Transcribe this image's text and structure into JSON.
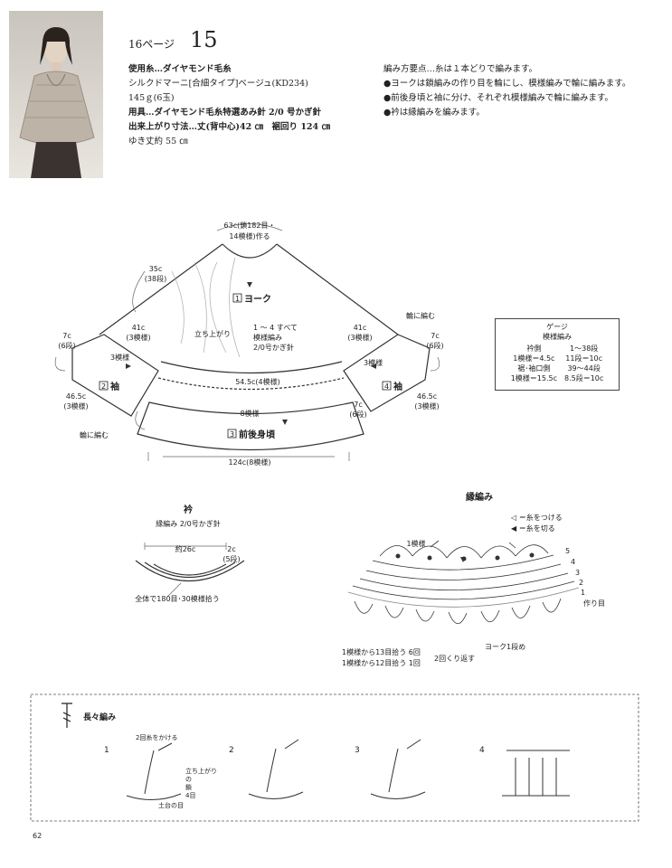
{
  "header": {
    "page_ref": "16ページ",
    "item_number": "15"
  },
  "materials": [
    "使用糸…ダイヤモンド毛糸",
    "シルクドマーニ[合細タイプ]ベージュ(KD234)",
    "145ｇ(6玉)",
    "用具…ダイヤモンド毛糸特選あみ針 2/0 号かぎ針",
    "出来上がり寸法…丈(背中心)42 ㎝　裾回り 124 ㎝",
    "ゆき丈約 55 ㎝"
  ],
  "method": [
    "編み方要点…糸は１本どりで編みます。",
    "●ヨークは鎖編みの作り目を輪にし、模様編みで輪に編みます。",
    "●前後身頃と袖に分け、それぞれ模様編みで輪に編みます。",
    "●衿は縁編みを編みます。"
  ],
  "schematic": {
    "neck_top": "63c(鎖182目・",
    "neck_bottom": "14模様)作る",
    "yoke_len_1": "35c",
    "yoke_len_2": "(38段)",
    "yoke_box": "1",
    "yoke_label": "ヨーク",
    "rise": "立ち上がり",
    "all_note_1": "1 ～ 4 すべて",
    "all_note_2": "模様編み",
    "all_note_3": "2/0号かぎ針",
    "left_41": "41c",
    "left_41b": "(3模様)",
    "right_41": "41c",
    "right_41b": "(3模様)",
    "round_right": "輪に編む",
    "round_left": "輪に編む",
    "sl_7": "7c",
    "sl_7b": "(6段)",
    "sl_3": "3模様",
    "sleeve_box_l": "2",
    "sleeve_label": "袖",
    "sl_465": "46.5c",
    "sl_465b": "(3模様)",
    "sr_7": "7c",
    "sr_7b": "(6段)",
    "sr_3": "3模様",
    "sleeve_box_r": "4",
    "sr_465": "46.5c",
    "sr_465b": "(3模様)",
    "mid_545": "54.5c(4模様)",
    "mid_7": "7c",
    "mid_7b": "(6段)",
    "body_8": "8模様",
    "body_box": "3",
    "body_label": "前後身頃",
    "hem": "124c(8模様)"
  },
  "gauge": {
    "title": "ゲージ",
    "subtitle": "模様編み",
    "rows": [
      [
        "衿側",
        "1～38段"
      ],
      [
        "1模様＝4.5c",
        "11段＝10c"
      ],
      [
        "裾･袖口側",
        "39～44段"
      ],
      [
        "1模様＝15.5c",
        "8.5段＝10c"
      ]
    ]
  },
  "collar": {
    "title": "衿",
    "sub": "縁編み 2/0号かぎ針",
    "width": "約26c",
    "depth_1": "2c",
    "depth_2": "(5段)",
    "pick": "全体で180目･30模様拾う"
  },
  "edging": {
    "title": "縁編み",
    "legend_attach": "◁ ＝糸をつける",
    "legend_cut": "◀ ＝糸を切る",
    "one_pattern": "1模様",
    "rows": [
      "5",
      "4",
      "3",
      "2",
      "1"
    ],
    "start": "作り目",
    "yoke_row": "ヨーク1段め",
    "repeat_1": "1模様から13目拾う 6回",
    "repeat_2": "1模様から12目拾う 1回",
    "repeat_note": "2回くり返す"
  },
  "tech": {
    "title": "長々編み",
    "steps": [
      "1",
      "2",
      "3",
      "4"
    ],
    "note_wrap": "2回糸をかける",
    "note_rise_1": "立ち上がり",
    "note_rise_2": "の",
    "note_rise_3": "鎖",
    "note_rise_4": "4目",
    "note_base": "土台の目"
  },
  "page_number": "62"
}
